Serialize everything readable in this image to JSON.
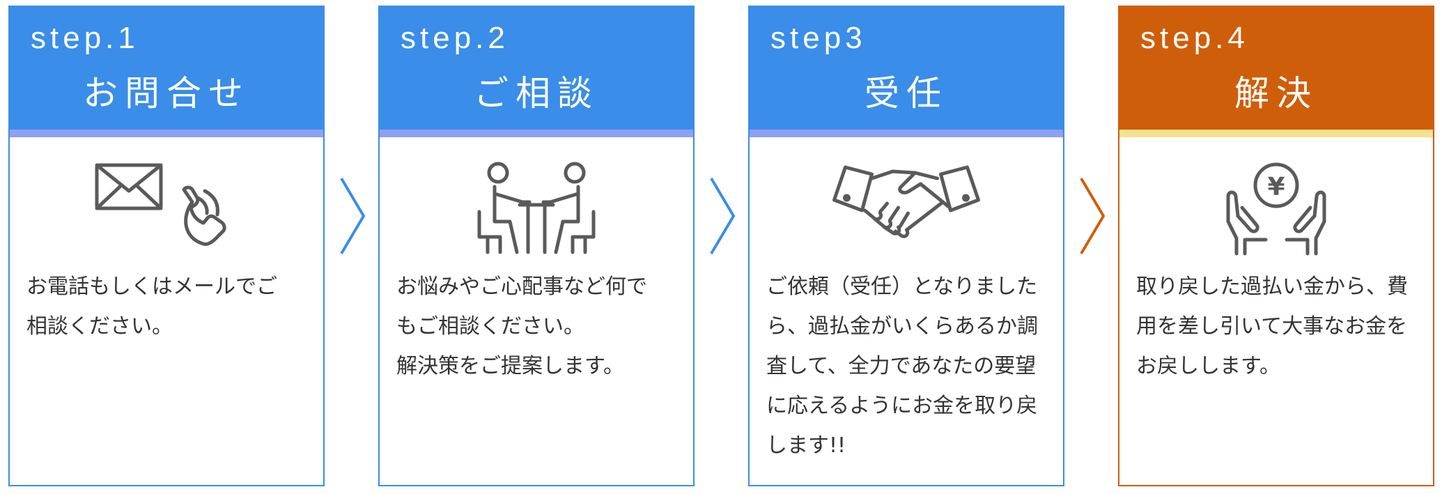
{
  "colors": {
    "blue": "#3a8de8",
    "blue_accent": "#8f9ff4",
    "orange": "#cf5e0a",
    "orange_accent": "#f7e08e",
    "icon": "#5a5a5a",
    "text": "#333333"
  },
  "steps": [
    {
      "label": "step.1",
      "title": "お問合せ",
      "icon": "mail-phone-icon",
      "lines": [
        "お電話もしくはメールでご",
        "相談ください。"
      ]
    },
    {
      "label": "step.2",
      "title": "ご相談",
      "icon": "consultation-icon",
      "lines": [
        "お悩みやご心配事など何で",
        "もご相談ください。",
        "解決策をご提案します。"
      ]
    },
    {
      "label": "step3",
      "title": "受任",
      "icon": "handshake-icon",
      "lines": [
        "ご依頼（受任）となりました",
        "ら、過払金がいくらあるか調",
        "査して、全力であなたの要望",
        "に応えるようにお金を取り戻",
        "します!!"
      ]
    },
    {
      "label": "step.4",
      "title": "解決",
      "icon": "hands-yen-icon",
      "icon_text": "¥",
      "lines": [
        "取り戻した過払い金から、費",
        "用を差し引いて大事なお金を",
        "お戻しします。"
      ]
    }
  ]
}
